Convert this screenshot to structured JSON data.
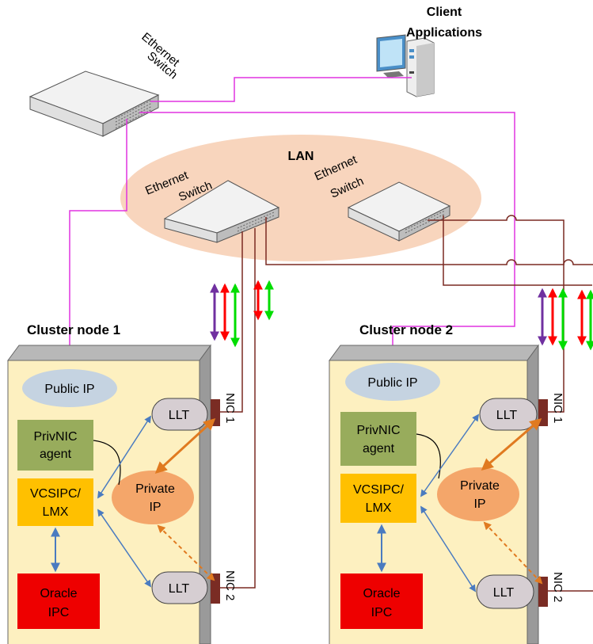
{
  "client": {
    "label_line1": "Client",
    "label_line2": "Applications"
  },
  "top_switch": {
    "label_line1": "Ethernet",
    "label_line2": "Switch"
  },
  "lan": {
    "label": "LAN",
    "switch_left": {
      "label_line1": "Ethernet",
      "label_line2": "Switch"
    },
    "switch_right": {
      "label_line1": "Ethernet",
      "label_line2": "Switch"
    }
  },
  "nodes": [
    {
      "title": "Cluster node 1",
      "public_ip": "Public IP",
      "privnic_line1": "PrivNIC",
      "privnic_line2": "agent",
      "vcsipc_line1": "VCSIPC/",
      "vcsipc_line2": "LMX",
      "oracle_line1": "Oracle",
      "oracle_line2": "IPC",
      "private_ip_line1": "Private",
      "private_ip_line2": "IP",
      "llt_top": "LLT",
      "llt_bottom": "LLT",
      "nic1": "NIC 1",
      "nic2": "NIC 2"
    },
    {
      "title": "Cluster node 2",
      "public_ip": "Public IP",
      "privnic_line1": "PrivNIC",
      "privnic_line2": "agent",
      "vcsipc_line1": "VCSIPC/",
      "vcsipc_line2": "LMX",
      "oracle_line1": "Oracle",
      "oracle_line2": "IPC",
      "private_ip_line1": "Private",
      "private_ip_line2": "IP",
      "llt_top": "LLT",
      "llt_bottom": "LLT",
      "nic1": "NIC 1",
      "nic2": "NIC 2"
    }
  ],
  "colors": {
    "public_link": "#e033e0",
    "private_link": "#7a2a22",
    "lan_fill": "#f8d5bd",
    "node_face": "#fdf0c0",
    "node_side": "#9a9a9a",
    "public_ip": "#c5d3e1",
    "privnic": "#98ac5c",
    "vcsipc": "#ffc000",
    "oracle": "#ee0000",
    "private_ip": "#f4a66a",
    "llt": "#d6ced2",
    "nic": "#7a2c24",
    "blue_link": "#4a7bc0",
    "orange_link": "#e07a20",
    "arrow_purple": "#7030a0",
    "arrow_red": "#ff0000",
    "arrow_green": "#00dd00"
  }
}
